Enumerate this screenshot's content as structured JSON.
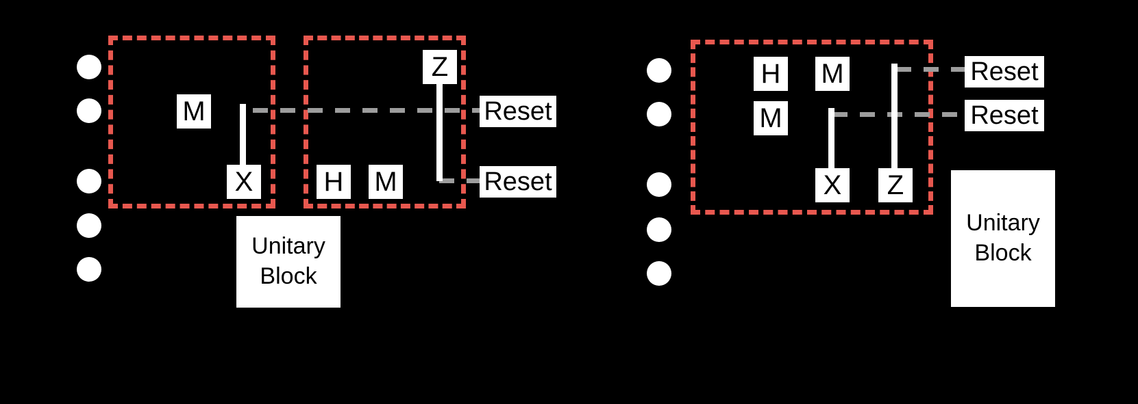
{
  "diagram": {
    "title": "Quantum circuit diagram with measurement-and-reset blocks",
    "colors": {
      "background": "#000000",
      "gate_fill": "#ffffff",
      "gate_text": "#000000",
      "group_box_border": "#e8584f",
      "classical_wire": "#9d9d9d",
      "control_bar": "#ffffff"
    }
  },
  "left_panel": {
    "qubit_dots": [
      {
        "label": "qubit-dot-1"
      },
      {
        "label": "qubit-dot-2"
      },
      {
        "label": "qubit-dot-3"
      },
      {
        "label": "qubit-dot-4"
      },
      {
        "label": "qubit-dot-5"
      }
    ],
    "group_boxes": [
      {
        "name": "group-box-1"
      },
      {
        "name": "group-box-2"
      }
    ],
    "gates": [
      {
        "id": "l-m1",
        "label": "M",
        "wire": 2,
        "group": 1
      },
      {
        "id": "l-x1",
        "label": "X",
        "wire": 3,
        "group": 1
      },
      {
        "id": "l-z1",
        "label": "Z",
        "wire": 1,
        "group": 2
      },
      {
        "id": "l-h1",
        "label": "H",
        "wire": 3,
        "group": 2
      },
      {
        "id": "l-m2",
        "label": "M",
        "wire": 3,
        "group": 2
      }
    ],
    "resets": [
      {
        "id": "l-reset-1",
        "label": "Reset",
        "wire": 2
      },
      {
        "id": "l-reset-2",
        "label": "Reset",
        "wire": 3
      }
    ],
    "unitary_block": {
      "line1": "Unitary",
      "line2": "Block"
    }
  },
  "right_panel": {
    "qubit_dots": [
      {
        "label": "qubit-dot-1"
      },
      {
        "label": "qubit-dot-2"
      },
      {
        "label": "qubit-dot-3"
      },
      {
        "label": "qubit-dot-4"
      },
      {
        "label": "qubit-dot-5"
      }
    ],
    "group_boxes": [
      {
        "name": "group-box-1"
      }
    ],
    "gates": [
      {
        "id": "r-h1",
        "label": "H",
        "wire": 1,
        "group": 1
      },
      {
        "id": "r-m1",
        "label": "M",
        "wire": 1,
        "group": 1
      },
      {
        "id": "r-m2",
        "label": "M",
        "wire": 2,
        "group": 1
      },
      {
        "id": "r-x1",
        "label": "X",
        "wire": 3,
        "group": 1
      },
      {
        "id": "r-z1",
        "label": "Z",
        "wire": 3,
        "group": 1
      }
    ],
    "resets": [
      {
        "id": "r-reset-1",
        "label": "Reset",
        "wire": 1
      },
      {
        "id": "r-reset-2",
        "label": "Reset",
        "wire": 2
      }
    ],
    "unitary_block": {
      "line1": "Unitary",
      "line2": "Block"
    }
  }
}
